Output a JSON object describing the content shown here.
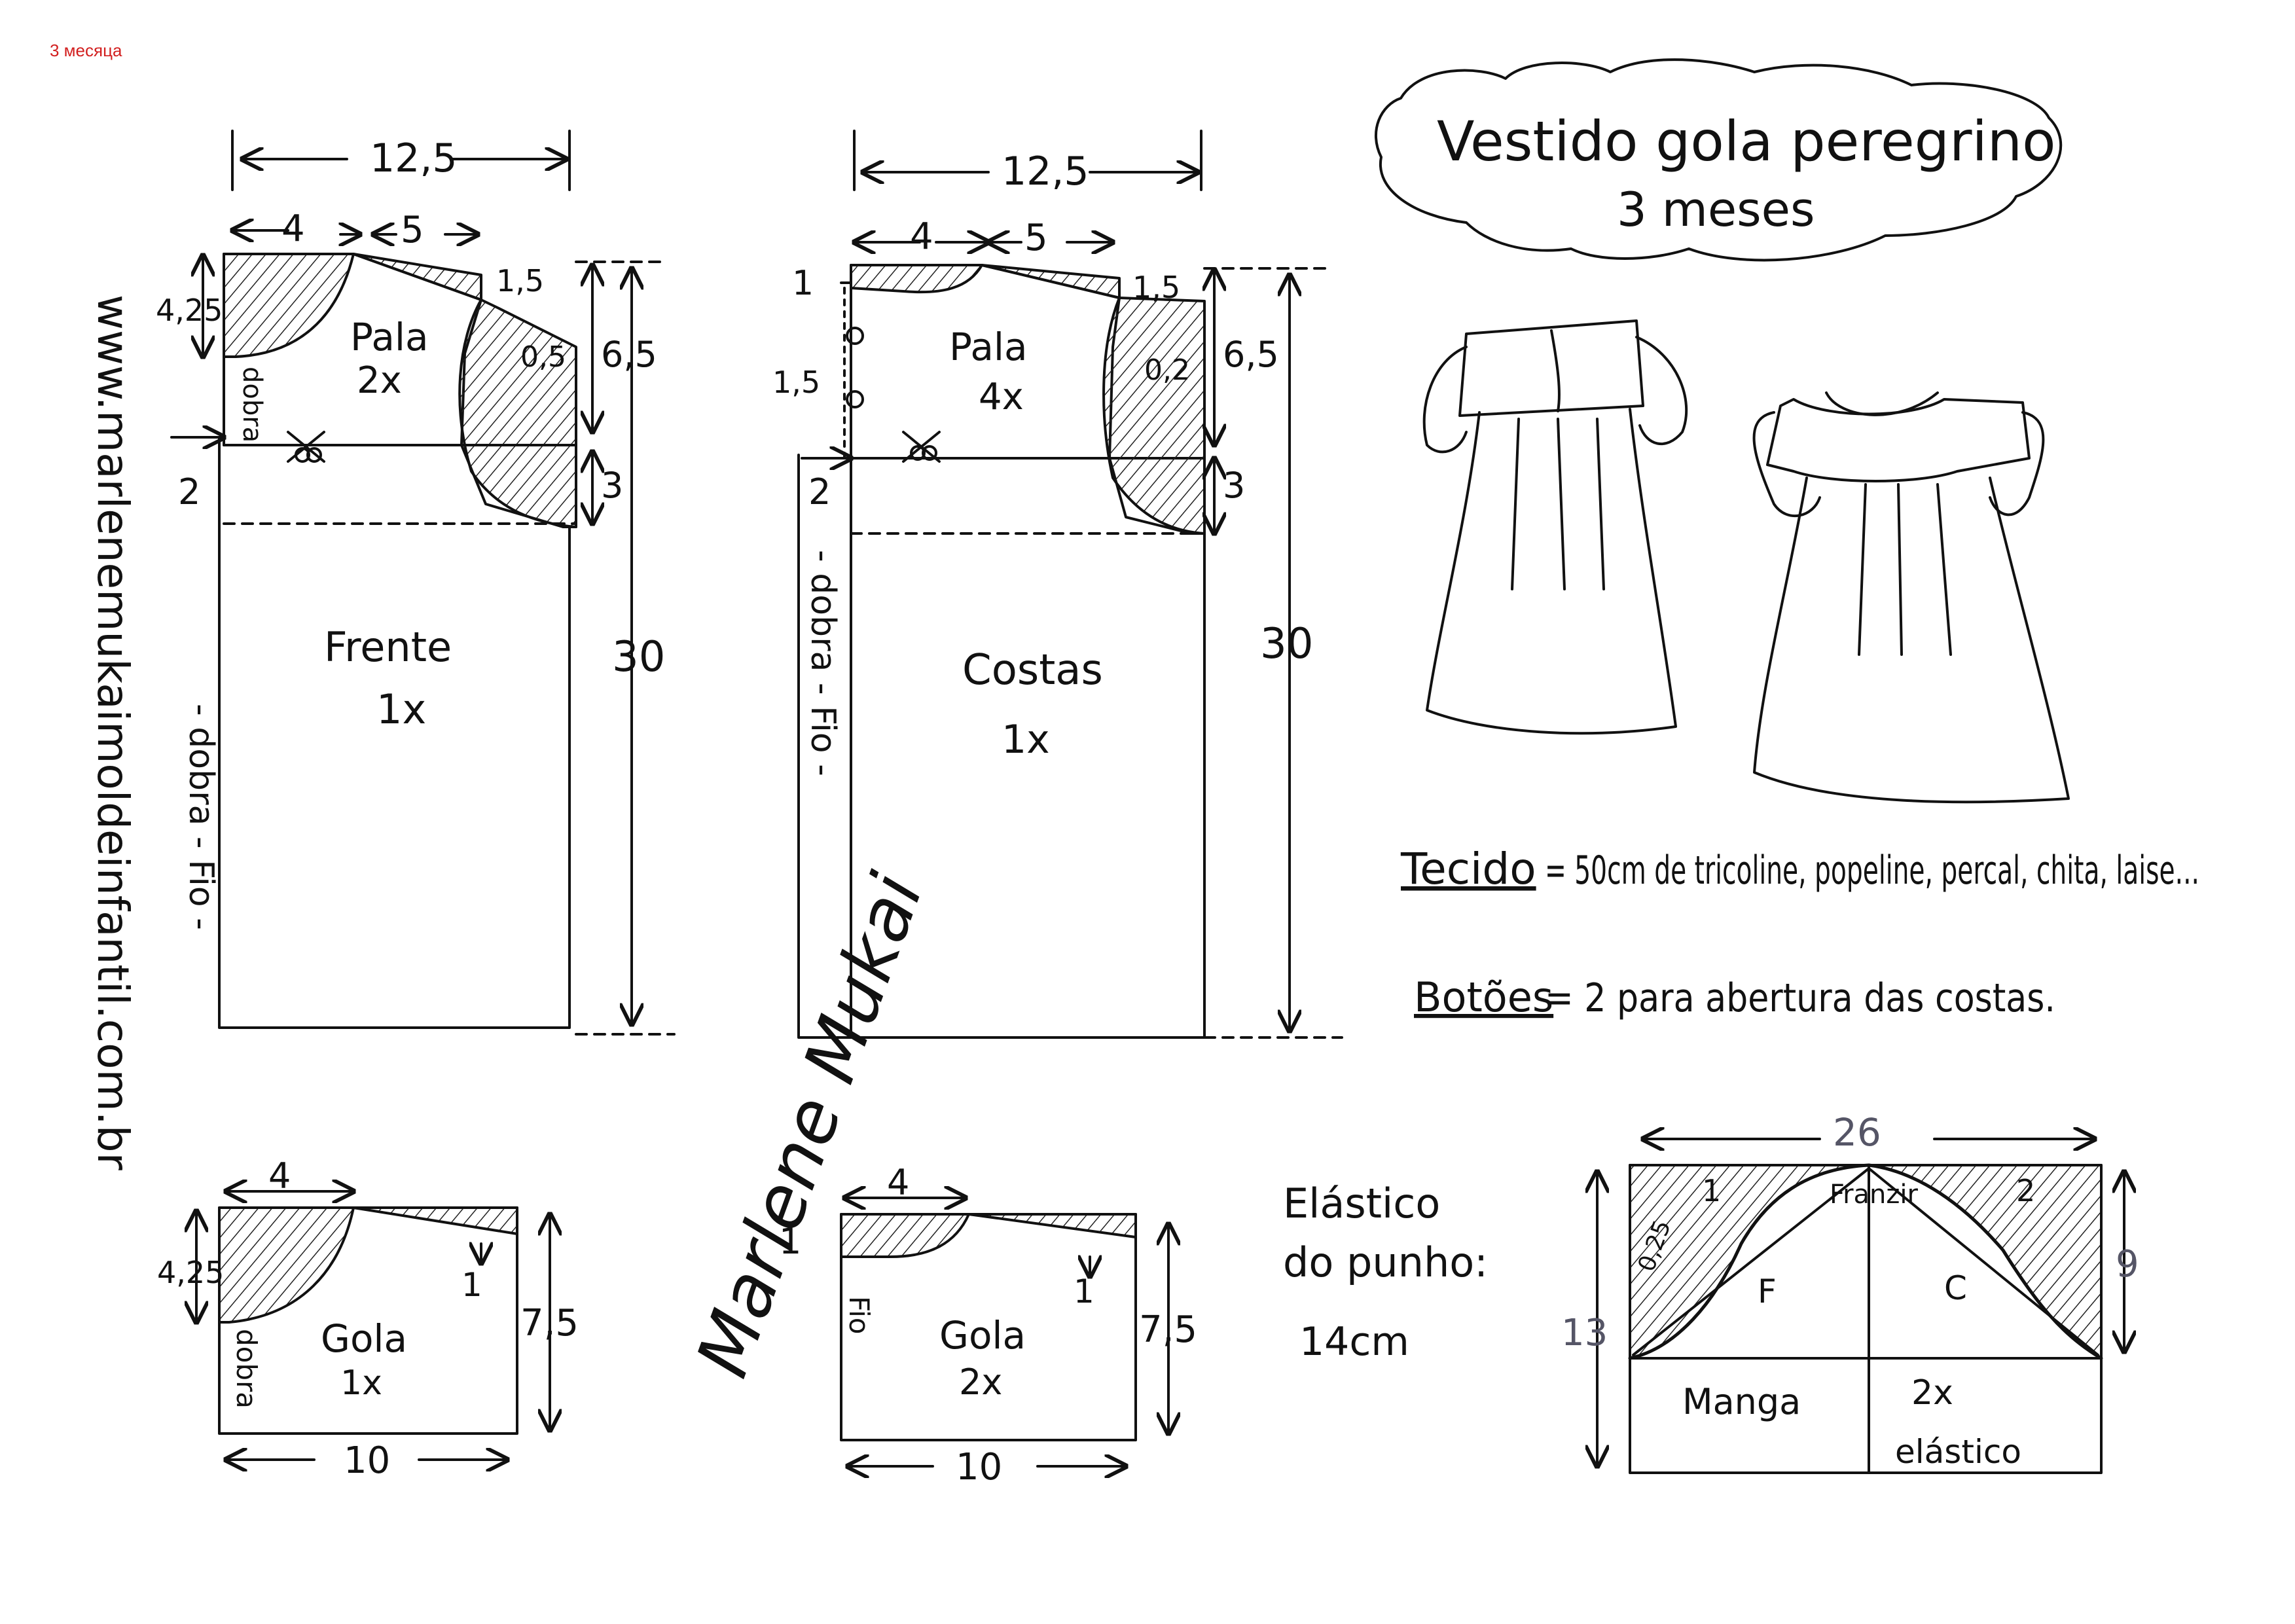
{
  "corner_tag": "3 месяца",
  "title": {
    "line1": "Vestido gola peregrino",
    "line2": "3 meses"
  },
  "website": "www.marlenemukaimoldeinfantil.com.br",
  "signature": "Marlene Mukai",
  "materials": {
    "fabric_label": "Tecido",
    "fabric_text": "= 50cm de tricoline, popeline, percal, chita, laise...",
    "buttons_label": "Botões",
    "buttons_text": "= 2 para abertura das costas."
  },
  "elastic": {
    "line1": "Elástico",
    "line2": "do punho:",
    "value": "14cm"
  },
  "pieces": {
    "front": {
      "dims": {
        "width": "12,5",
        "neck_w": "4",
        "shoulder_w": "5",
        "shoulder_drop": "1,5",
        "neck_depth": "4,25",
        "yoke_h": "6,5",
        "armhole": "0,5",
        "extra": "3",
        "total_h": "30",
        "fold_step": "2"
      },
      "yoke_label": "Pala",
      "yoke_qty": "2x",
      "yoke_fold": "dobra",
      "body_label": "Frente",
      "body_qty": "1x",
      "fold_note": "- dobra - Fio -"
    },
    "back": {
      "dims": {
        "width": "12,5",
        "neck_w": "4",
        "shoulder_w": "5",
        "shoulder_drop": "1,5",
        "neck_depth": "1",
        "button_gap": "1,5",
        "yoke_h": "6,5",
        "armhole": "0,2",
        "extra": "3",
        "total_h": "30",
        "fold_step": "2"
      },
      "yoke_label": "Pala",
      "yoke_qty": "4x",
      "body_label": "Costas",
      "body_qty": "1x",
      "fold_note": "- dobra - Fio -"
    },
    "collar_front": {
      "dims": {
        "neck_w": "4",
        "neck_depth": "4,25",
        "drop": "1",
        "height": "7,5",
        "width": "10"
      },
      "label": "Gola",
      "qty": "1x",
      "fold": "dobra"
    },
    "collar_back": {
      "dims": {
        "neck_w": "4",
        "neck_depth": "1",
        "drop": "1",
        "height": "7,5",
        "width": "10"
      },
      "label": "Gola",
      "qty": "2x",
      "grain": "Fio"
    },
    "sleeve": {
      "dims": {
        "width": "26",
        "height": "13",
        "cap_h": "9",
        "ease_a": "1",
        "ease_b": "2",
        "ease_c": "0,25"
      },
      "front_mark": "F",
      "back_mark": "C",
      "gather": "Franzir",
      "label": "Manga",
      "qty": "2x",
      "note": "elástico"
    }
  }
}
